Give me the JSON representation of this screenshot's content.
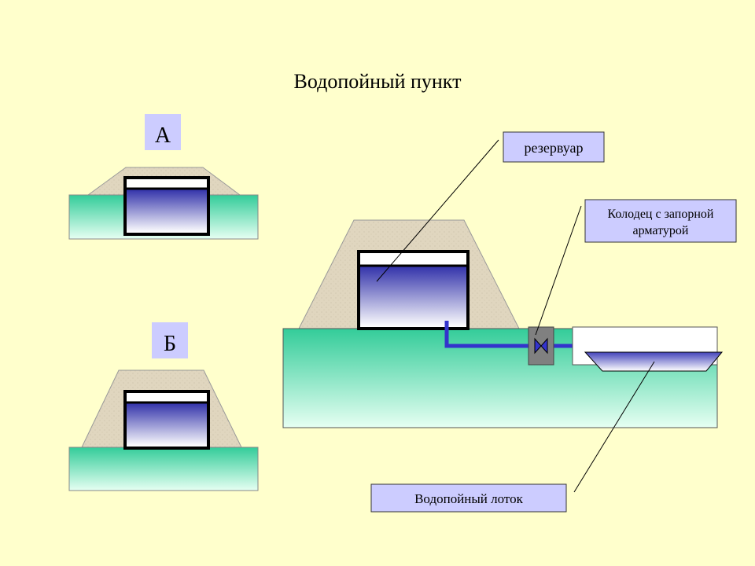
{
  "title": "Водопойный пункт",
  "labels": {
    "variant_a": "А",
    "variant_b": "Б",
    "reservoir": "резервуар",
    "well_line1": "Колодец с запорной",
    "well_line2": "арматурой",
    "trough": "Водопойный лоток"
  },
  "colors": {
    "background": "#ffffcc",
    "ground_top": "#33cc99",
    "ground_bottom": "#e6fff2",
    "embankment": "#e0d6bf",
    "water_top": "#3333aa",
    "water_bottom": "#ffffff",
    "pipe": "#3333cc",
    "label_box": "#ccccff",
    "well": "#808080"
  }
}
